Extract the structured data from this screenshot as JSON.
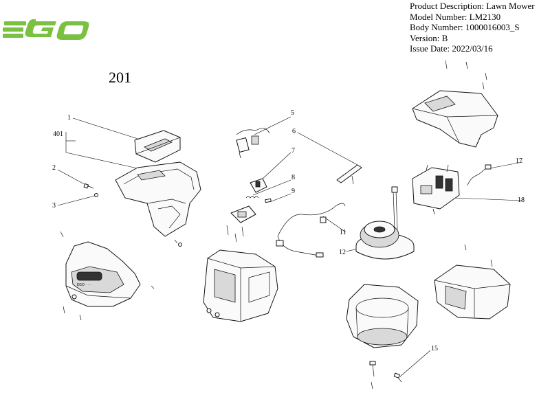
{
  "brand": {
    "logo_text": "EGO",
    "logo_color": "#7ac142"
  },
  "header": {
    "product_description": "Product Description: Lawn Mower",
    "model_number": "Model Number: LM2130",
    "body_number": "Body Number: 1000016003_S",
    "version": "Version: B",
    "issue_date": "Issue Date: 2022/03/16"
  },
  "assembly_number": "201",
  "callouts": {
    "c1": "1",
    "c401": "401",
    "c2": "2",
    "c3": "3",
    "c5": "5",
    "c6": "6",
    "c7": "7",
    "c8": "8",
    "c9": "9",
    "c11": "11",
    "c12": "12",
    "c15": "15",
    "c17": "17",
    "c18": "18"
  }
}
